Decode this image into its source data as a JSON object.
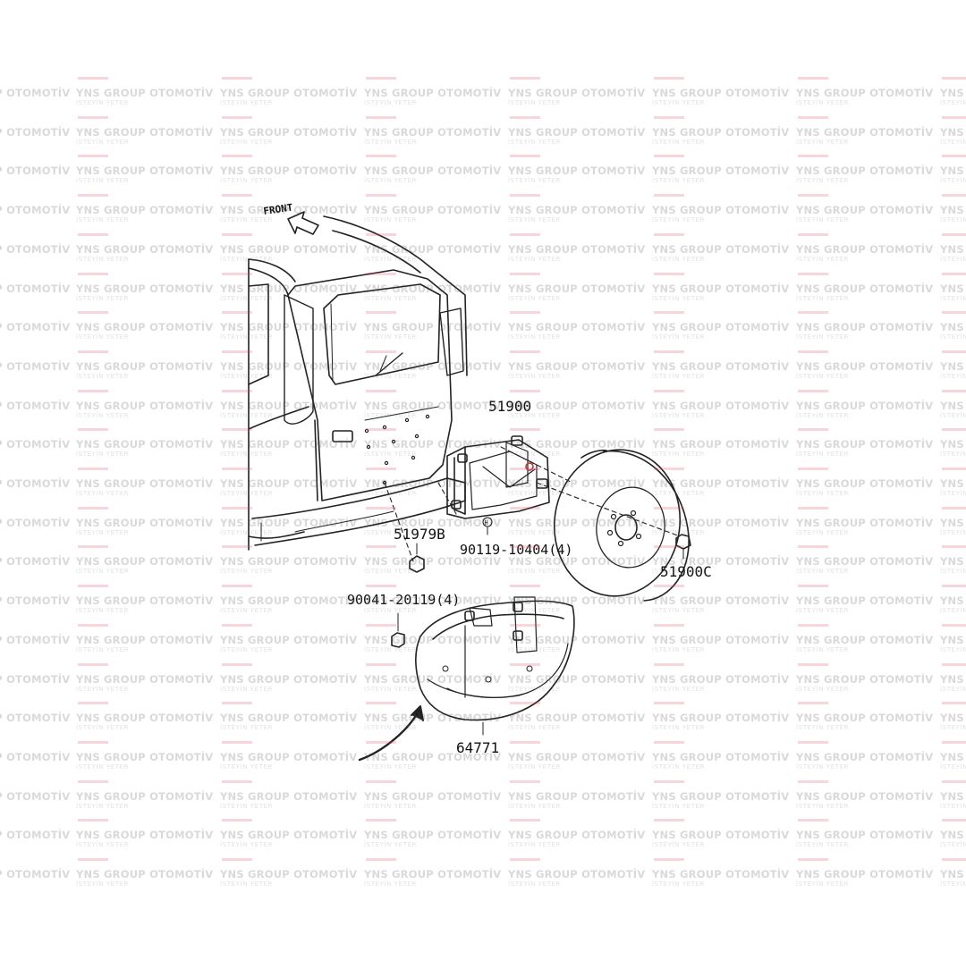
{
  "watermark": {
    "line1": "YNS GROUP OTOMOTİV",
    "line2": "İSTEYİN YETER",
    "accent_color": "#e0455a"
  },
  "diagram": {
    "front_label": "FRONT",
    "parts": [
      {
        "id": "bracket",
        "label": "51900"
      },
      {
        "id": "washer",
        "label": "51979B"
      },
      {
        "id": "bolt",
        "label": "90119-10404(4)"
      },
      {
        "id": "cover",
        "label": "51900C"
      },
      {
        "id": "nut",
        "label": "90041-20119(4)"
      },
      {
        "id": "tire-cover",
        "label": "64771"
      }
    ],
    "bolt_marker": "H"
  }
}
